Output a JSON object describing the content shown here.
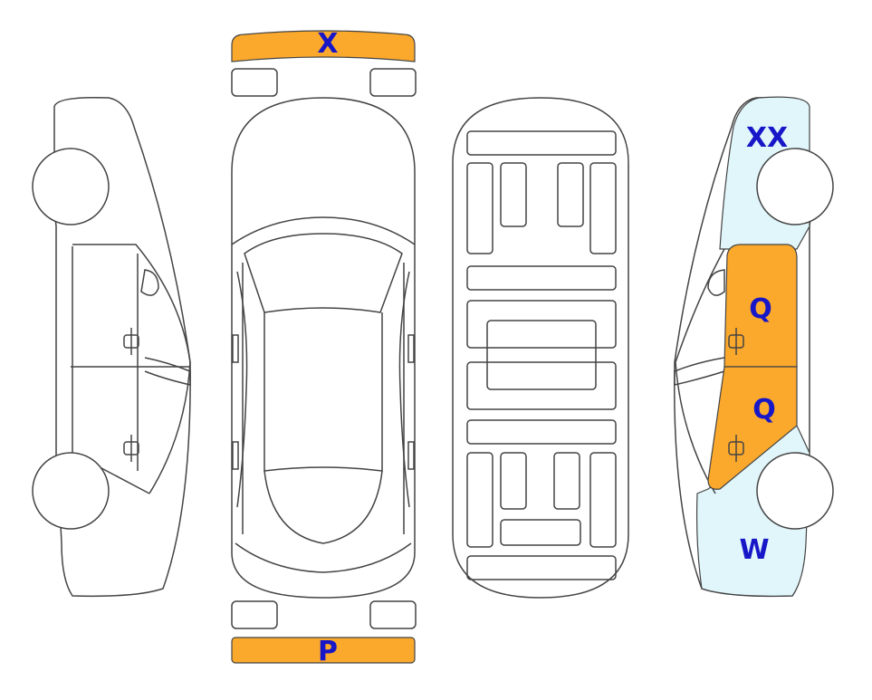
{
  "labels": {
    "front_bumper": "X",
    "rear_bumper": "P",
    "right_front_fender": "XX",
    "right_front_door": "Q",
    "right_rear_door": "Q",
    "right_rear_quarter": "W"
  },
  "colors": {
    "damaged": "#FBA92C",
    "affected": "#E0F6FB",
    "label": "#1717C8",
    "outline": "#444444"
  }
}
